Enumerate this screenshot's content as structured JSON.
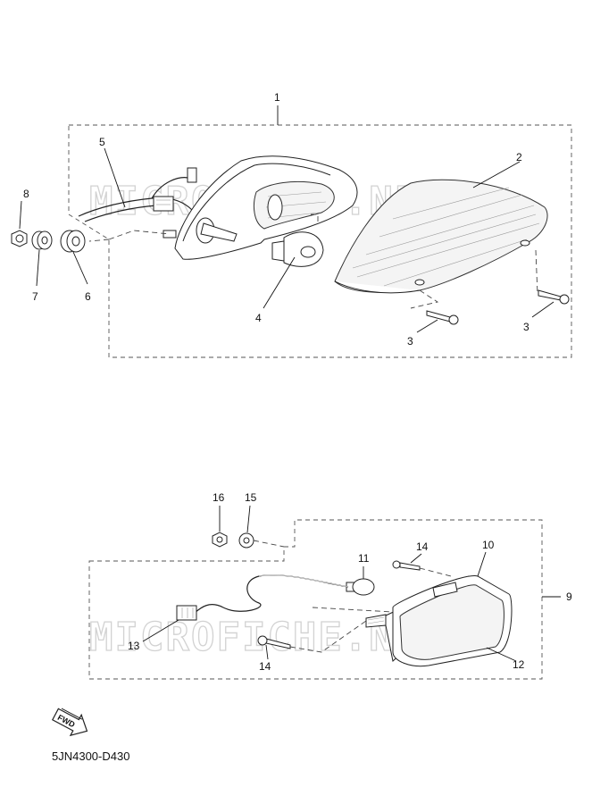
{
  "watermark": "MICROFICHE.NET",
  "diagram_code": "5JN4300-D430",
  "fwd_label": "FWD",
  "callouts": {
    "c1": "1",
    "c2": "2",
    "c3a": "3",
    "c3b": "3",
    "c4": "4",
    "c5": "5",
    "c6": "6",
    "c7": "7",
    "c8": "8",
    "c9": "9",
    "c10": "10",
    "c11": "11",
    "c12": "12",
    "c13": "13",
    "c14a": "14",
    "c14b": "14",
    "c15": "15",
    "c16": "16"
  }
}
